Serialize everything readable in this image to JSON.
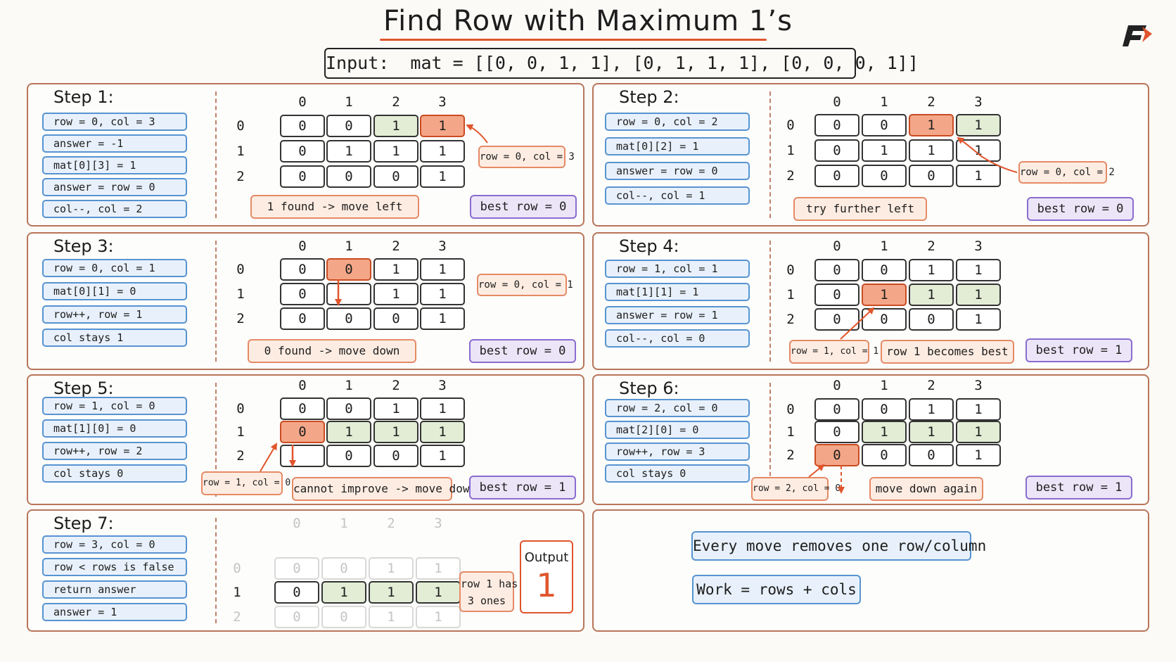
{
  "title": "Find Row with Maximum 1’s",
  "input_text": "Input:  mat = [[0, 0, 1, 1], [0, 1, 1, 1], [0, 0, 0, 1]]",
  "colors": {
    "orange": "#e0552c",
    "green": "#e3edd6",
    "blue": "#5793d2",
    "purple": "#8a6cd0"
  },
  "steps": [
    {
      "title": "Step 1:",
      "info": [
        "row = 0, col = 3",
        "answer = -1",
        "mat[0][3] = 1",
        "answer = row = 0",
        "col--, col = 2"
      ],
      "col_headers": [
        "0",
        "1",
        "2",
        "3"
      ],
      "row_headers": [
        "0",
        "1",
        "2"
      ],
      "grid": [
        [
          "0",
          "0",
          "1",
          "1"
        ],
        [
          "0",
          "1",
          "1",
          "1"
        ],
        [
          "0",
          "0",
          "0",
          "1"
        ]
      ],
      "pointer_label": "row = 0, col = 3",
      "message": "1 found -> move left",
      "best": "best row = 0"
    },
    {
      "title": "Step 2:",
      "info": [
        "row = 0, col = 2",
        "mat[0][2] = 1",
        "answer = row = 0",
        "col--, col = 1"
      ],
      "col_headers": [
        "0",
        "1",
        "2",
        "3"
      ],
      "row_headers": [
        "0",
        "1",
        "2"
      ],
      "grid": [
        [
          "0",
          "0",
          "1",
          "1"
        ],
        [
          "0",
          "1",
          "1",
          "1"
        ],
        [
          "0",
          "0",
          "0",
          "1"
        ]
      ],
      "pointer_label": "row = 0, col = 2",
      "message": "try further left",
      "best": "best row = 0"
    },
    {
      "title": "Step 3:",
      "info": [
        "row = 0, col = 1",
        "mat[0][1] = 0",
        "row++, row = 1",
        "col stays 1"
      ],
      "col_headers": [
        "0",
        "1",
        "2",
        "3"
      ],
      "row_headers": [
        "0",
        "1",
        "2"
      ],
      "grid": [
        [
          "0",
          "0",
          "1",
          "1"
        ],
        [
          "0",
          "",
          "1",
          "1"
        ],
        [
          "0",
          "0",
          "0",
          "1"
        ]
      ],
      "pointer_label": "row = 0, col = 1",
      "message": "0 found -> move down",
      "best": "best row = 0"
    },
    {
      "title": "Step 4:",
      "info": [
        "row = 1, col = 1",
        "mat[1][1] = 1",
        "answer = row = 1",
        "col--, col = 0"
      ],
      "col_headers": [
        "0",
        "1",
        "2",
        "3"
      ],
      "row_headers": [
        "0",
        "1",
        "2"
      ],
      "grid": [
        [
          "0",
          "0",
          "1",
          "1"
        ],
        [
          "0",
          "1",
          "1",
          "1"
        ],
        [
          "0",
          "0",
          "0",
          "1"
        ]
      ],
      "pointer_label": "row = 1, col = 1",
      "message": "row 1 becomes best",
      "best": "best row = 1"
    },
    {
      "title": "Step 5:",
      "info": [
        "row = 1, col = 0",
        "mat[1][0] = 0",
        "row++, row = 2",
        "col stays 0"
      ],
      "col_headers": [
        "0",
        "1",
        "2",
        "3"
      ],
      "row_headers": [
        "0",
        "1",
        "2"
      ],
      "grid": [
        [
          "0",
          "0",
          "1",
          "1"
        ],
        [
          "0",
          "1",
          "1",
          "1"
        ],
        [
          "",
          "0",
          "0",
          "1"
        ]
      ],
      "pointer_label": "row = 1, col = 0",
      "message": "cannot improve -> move down",
      "best": "best row = 1"
    },
    {
      "title": "Step 6:",
      "info": [
        "row = 2, col = 0",
        "mat[2][0] = 0",
        "row++, row = 3",
        "col stays 0"
      ],
      "col_headers": [
        "0",
        "1",
        "2",
        "3"
      ],
      "row_headers": [
        "0",
        "1",
        "2"
      ],
      "grid": [
        [
          "0",
          "0",
          "1",
          "1"
        ],
        [
          "0",
          "1",
          "1",
          "1"
        ],
        [
          "0",
          "0",
          "0",
          "1"
        ]
      ],
      "pointer_label": "row = 2, col = 0",
      "message": "move down again",
      "best": "best row = 1"
    },
    {
      "title": "Step 7:",
      "info": [
        "row = 3, col = 0",
        "row < rows is false",
        "return answer",
        "answer = 1"
      ],
      "col_headers": [
        "0",
        "1",
        "2",
        "3"
      ],
      "row_headers": [
        "0",
        "1",
        "2"
      ],
      "grid": [
        [
          "0",
          "0",
          "1",
          "1"
        ],
        [
          "0",
          "1",
          "1",
          "1"
        ],
        [
          "0",
          "0",
          "1",
          "1"
        ]
      ],
      "row_note_line1": "row 1 has",
      "row_note_line2": "3 ones",
      "output_label": "Output",
      "output_value": "1"
    }
  ],
  "summary": {
    "line1": "Every move removes one row/column",
    "line2": "Work = rows + cols"
  }
}
